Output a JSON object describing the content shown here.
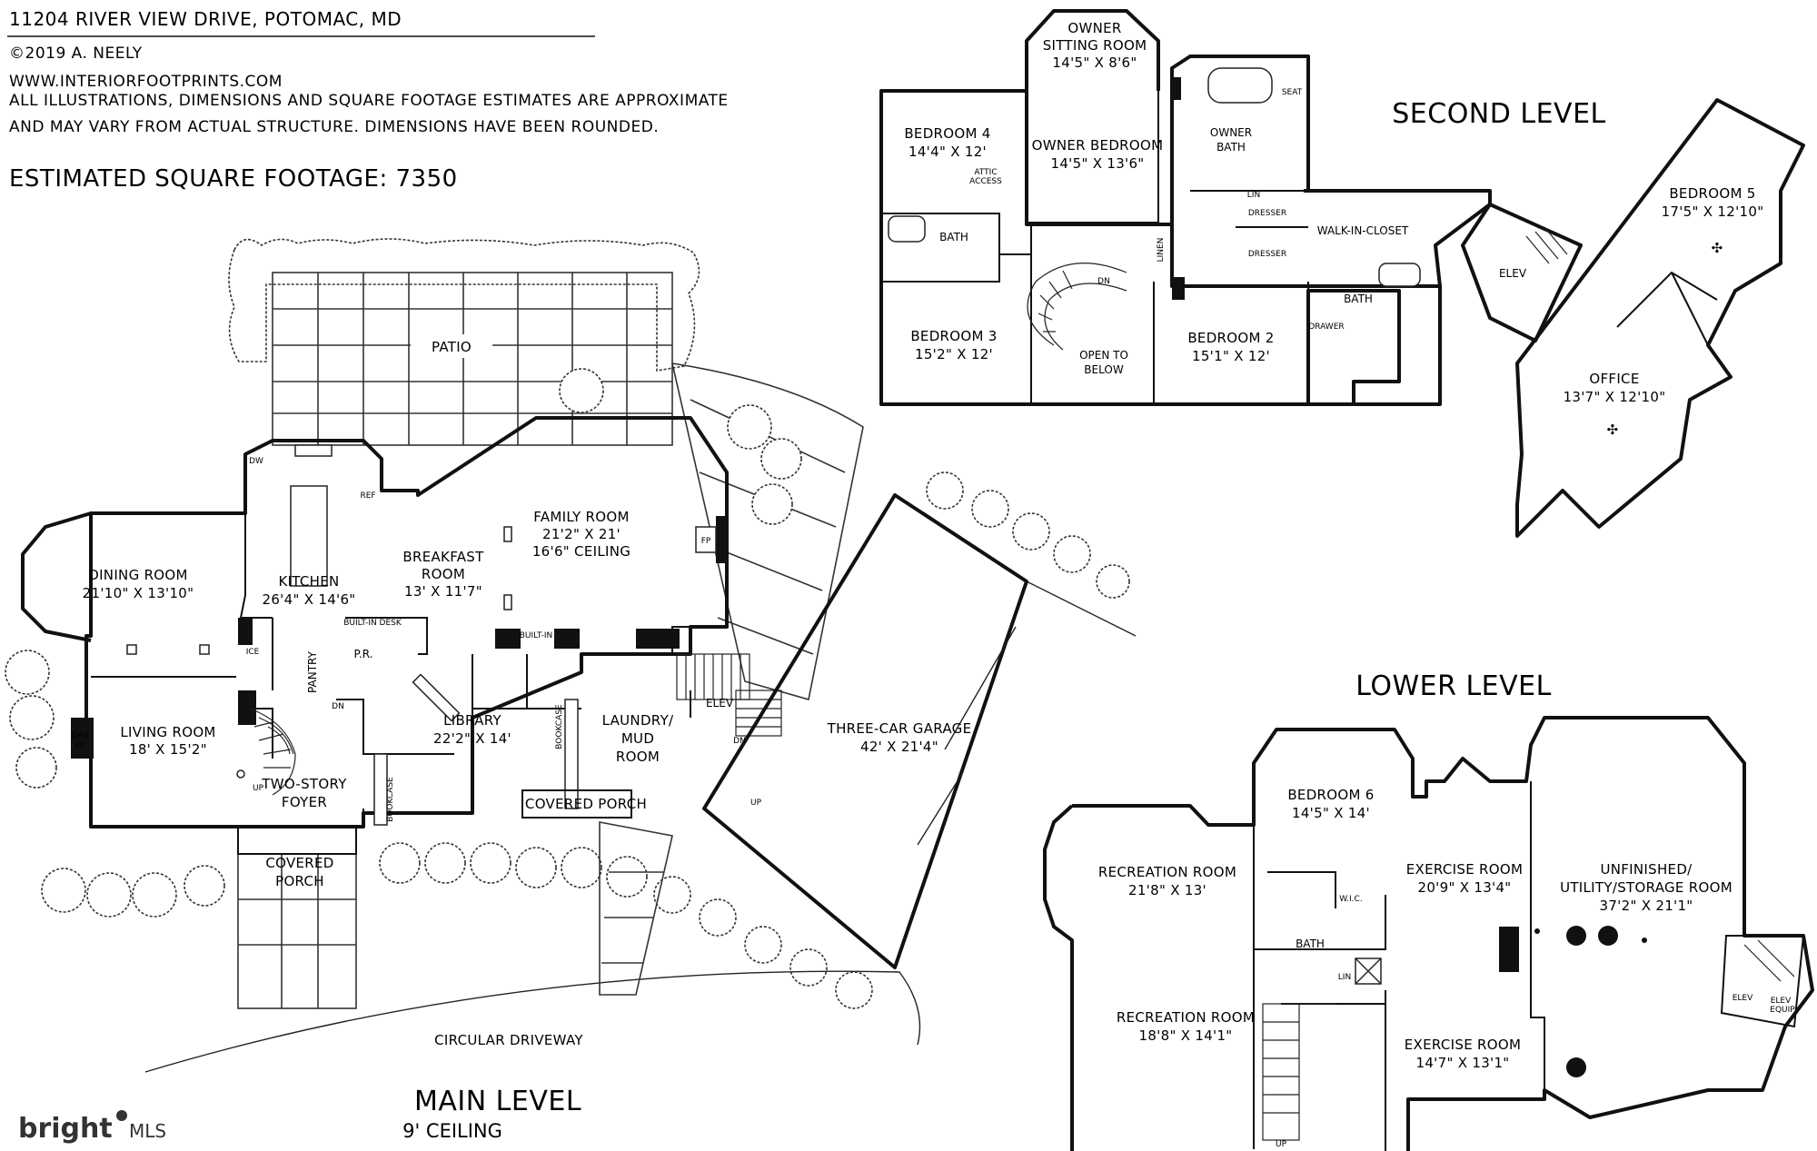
{
  "header": {
    "address": "11204 RIVER VIEW DRIVE, POTOMAC, MD",
    "copyright": "©2019 A. NEELY",
    "website": "WWW.INTERIORFOOTPRINTS.COM",
    "disclaimer_1": "ALL ILLUSTRATIONS, DIMENSIONS AND SQUARE FOOTAGE ESTIMATES ARE APPROXIMATE",
    "disclaimer_2": "AND MAY VARY FROM ACTUAL STRUCTURE. DIMENSIONS HAVE BEEN ROUNDED.",
    "square_footage": "ESTIMATED SQUARE FOOTAGE: 7350"
  },
  "levels": {
    "main": {
      "title": "MAIN LEVEL",
      "subtitle": "9' CEILING"
    },
    "second": {
      "title": "SECOND LEVEL"
    },
    "lower": {
      "title": "LOWER LEVEL"
    }
  },
  "main_rooms": {
    "patio": "PATIO",
    "family_room": [
      "FAMILY ROOM",
      "21'2\" X 21'",
      "16'6\" CEILING"
    ],
    "breakfast_room": [
      "BREAKFAST",
      "ROOM",
      "13' X 11'7\""
    ],
    "kitchen": [
      "KITCHEN",
      "26'4\" X 14'6\""
    ],
    "dining_room": [
      "DINING ROOM",
      "21'10\" X 13'10\""
    ],
    "living_room": [
      "LIVING ROOM",
      "18' X 15'2\""
    ],
    "library": [
      "LIBRARY",
      "22'2\" X 14'"
    ],
    "laundry": [
      "LAUNDRY/",
      "MUD",
      "ROOM"
    ],
    "foyer": [
      "TWO-STORY",
      "FOYER"
    ],
    "covered_porch_front": [
      "COVERED",
      "PORCH"
    ],
    "covered_porch_side": "COVERED PORCH",
    "garage": [
      "THREE-CAR GARAGE",
      "42' X 21'4\""
    ],
    "driveway": "CIRCULAR DRIVEWAY",
    "pantry": "PANTRY",
    "powder_room": "P.R.",
    "elevator": "ELEV",
    "built_in_desk": "BUILT-IN DESK",
    "built_in": "BUILT-IN",
    "bookcase": "BOOKCASE",
    "gas_fp": [
      "GAS",
      "FP"
    ],
    "fp": "FP",
    "up": "UP",
    "dn": "DN",
    "dw": "DW",
    "ice": "ICE",
    "ref": "REF"
  },
  "second_rooms": {
    "owner_sitting": [
      "OWNER",
      "SITTING ROOM",
      "14'5\" X 8'6\""
    ],
    "owner_bedroom": [
      "OWNER BEDROOM",
      "14'5\" X 13'6\""
    ],
    "owner_bath": [
      "OWNER",
      "BATH"
    ],
    "seat": "SEAT",
    "bedroom_4": [
      "BEDROOM 4",
      "14'4\" X 12'"
    ],
    "attic_access": [
      "ATTIC",
      "ACCESS"
    ],
    "bath": "BATH",
    "lin": "LIN",
    "dresser": "DRESSER",
    "walk_in_closet": "WALK-IN-CLOSET",
    "linen": "LINEN",
    "bedroom_3": [
      "BEDROOM 3",
      "15'2\" X 12'"
    ],
    "open_to_below": [
      "OPEN TO",
      "BELOW"
    ],
    "bedroom_2": [
      "BEDROOM 2",
      "15'1\" X 12'"
    ],
    "drawer": "DRAWER",
    "elev": "ELEV",
    "dn": "DN",
    "bedroom_5": [
      "BEDROOM 5",
      "17'5\" X 12'10\""
    ],
    "office": [
      "OFFICE",
      "13'7\" X 12'10\""
    ]
  },
  "lower_rooms": {
    "bedroom_6": [
      "BEDROOM 6",
      "14'5\" X 14'"
    ],
    "recreation_1": [
      "RECREATION ROOM",
      "21'8\" X 13'"
    ],
    "recreation_2": [
      "RECREATION ROOM",
      "18'8\" X 14'1\""
    ],
    "exercise_1": [
      "EXERCISE ROOM",
      "20'9\" X 13'4\""
    ],
    "exercise_2": [
      "EXERCISE ROOM",
      "14'7\" X 13'1\""
    ],
    "unfinished": [
      "UNFINISHED/",
      "UTILITY/STORAGE ROOM",
      "37'2\" X 21'1\""
    ],
    "bath": "BATH",
    "wic": "W.I.C.",
    "lin": "LIN",
    "elev": "ELEV",
    "elev_equip": [
      "ELEV",
      "EQUIP"
    ],
    "up": "UP"
  },
  "watermark": {
    "brand": "bright",
    "suffix": "MLS"
  }
}
